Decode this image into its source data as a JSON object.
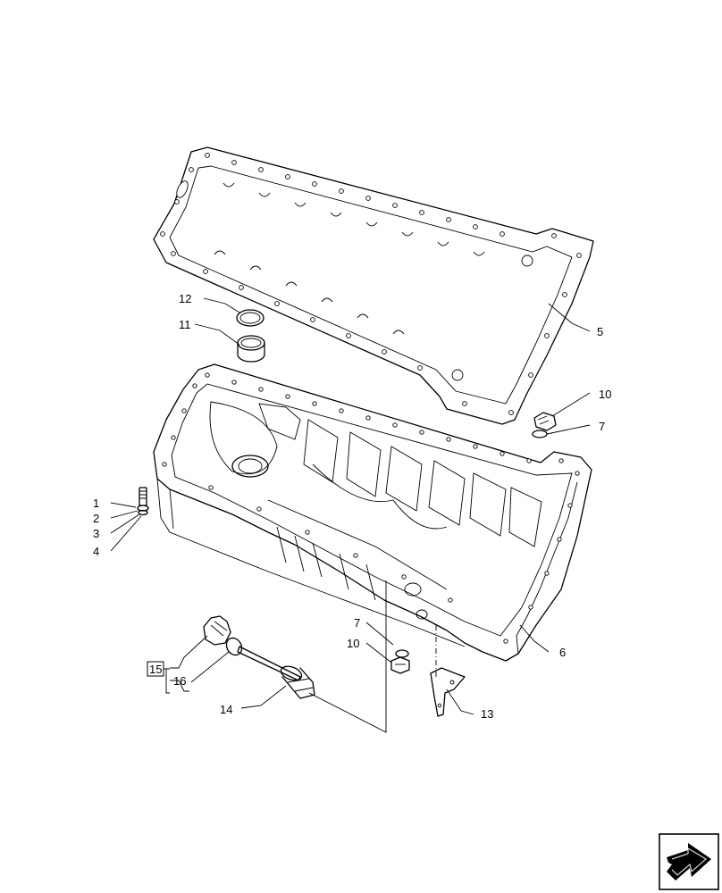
{
  "callouts": {
    "c1": "1",
    "c2": "2",
    "c3": "3",
    "c4": "4",
    "c5": "5",
    "c6": "6",
    "c7a": "7",
    "c7b": "7",
    "c10a": "10",
    "c10b": "10",
    "c11": "11",
    "c12": "12",
    "c13": "13",
    "c14": "14",
    "c15": "15",
    "c16": "16"
  },
  "icons": {
    "navigation": "next-page-arrow-icon"
  }
}
